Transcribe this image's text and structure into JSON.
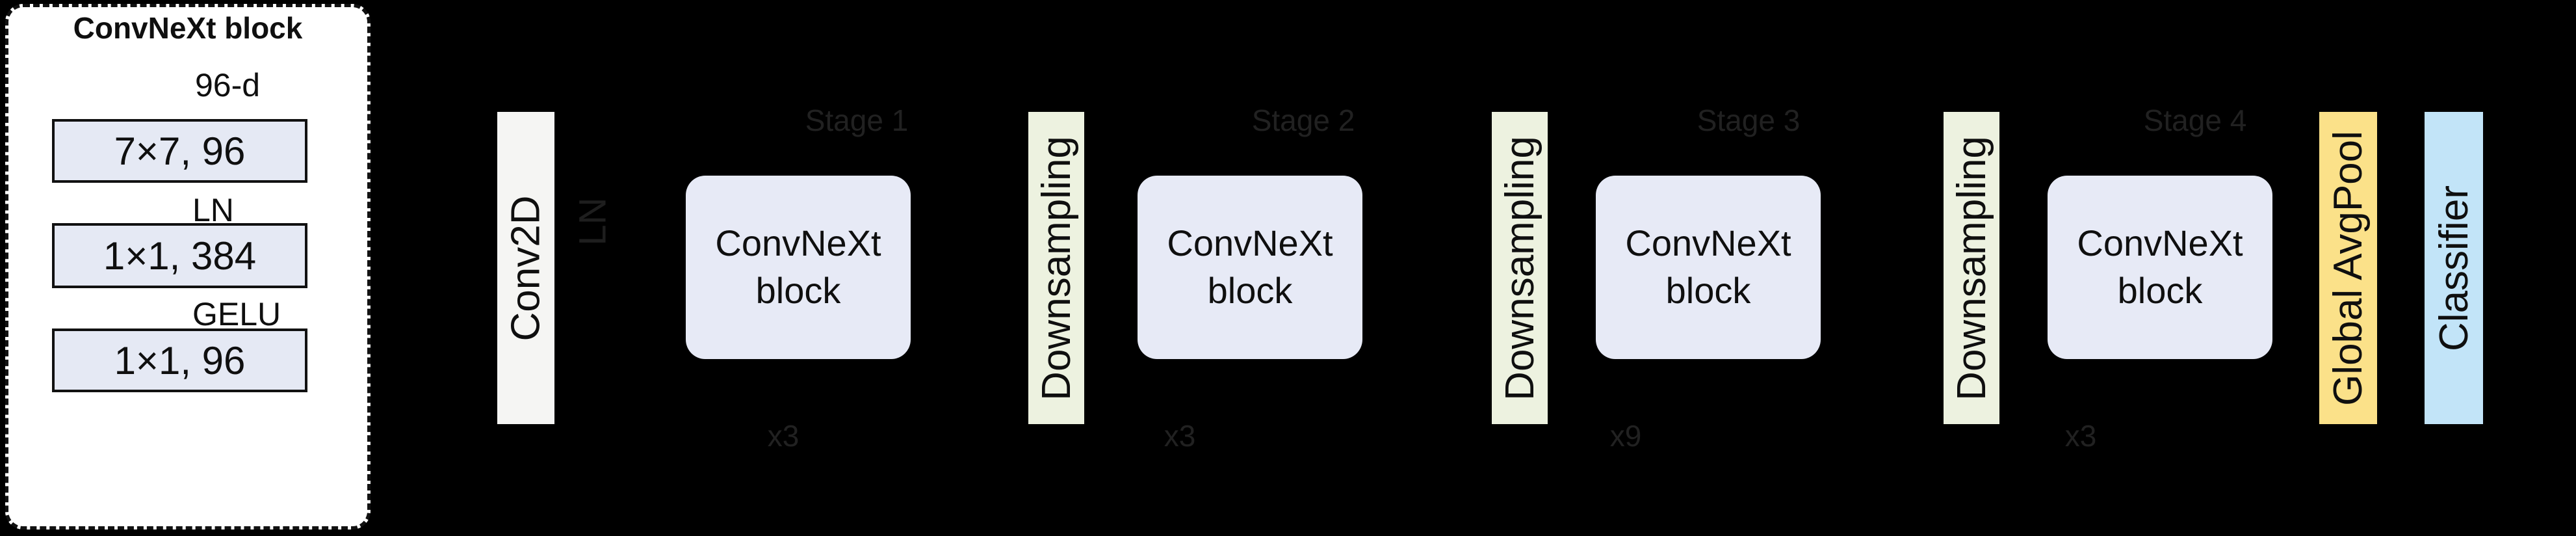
{
  "detail_panel": {
    "title": "ConvNeXt block",
    "input_dim_label": "96-d",
    "conv_layers": [
      "7×7, 96",
      "1×1, 384",
      "1×1, 96"
    ],
    "norm_label": "LN",
    "activation_label": "GELU",
    "residual_symbol": "+"
  },
  "pipeline": {
    "stem_conv_label": "Conv2D",
    "stem_norm_label": "LN",
    "downsampling_label": "Downsampling",
    "stages": [
      {
        "name": "Stage 1",
        "block_label": "ConvNeXt block",
        "repeat": "x3"
      },
      {
        "name": "Stage 2",
        "block_label": "ConvNeXt block",
        "repeat": "x3"
      },
      {
        "name": "Stage 3",
        "block_label": "ConvNeXt block",
        "repeat": "x9"
      },
      {
        "name": "Stage 4",
        "block_label": "ConvNeXt block",
        "repeat": "x3"
      }
    ],
    "head": {
      "pool_label": "Global AvgPool",
      "classifier_label": "Classifier"
    }
  },
  "colors": {
    "background": "#000000",
    "panel_bg": "#ffffff",
    "inner_box_fill": "#e5e9f4",
    "stage_block_fill": "#e7eaf6",
    "downsampling_fill": "#edf2e0",
    "stem_conv_fill": "#f5f5f3",
    "pool_fill": "#fbe189",
    "classifier_fill": "#c2e4f8",
    "outside_label_color": "#212121",
    "line_color": "#111111"
  }
}
